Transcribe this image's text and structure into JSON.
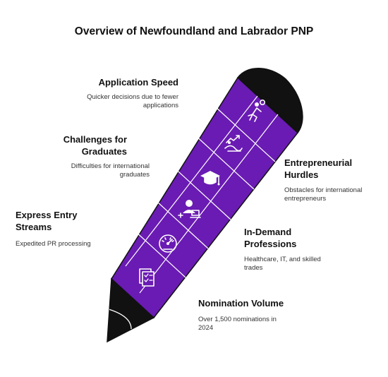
{
  "title": "Overview of Newfoundland and Labrador PNP",
  "colors": {
    "accent": "#6a1bb3",
    "outline": "#111111",
    "background": "#ffffff"
  },
  "items": [
    {
      "heading": "Application Speed",
      "description": "Quicker decisions due to fewer applications",
      "icon": "runner-with-stopwatch-icon"
    },
    {
      "heading": "Challenges for Graduates",
      "description": "Difficulties for international graduates",
      "icon": "trend-obstacle-icon"
    },
    {
      "heading": "Entrepreneurial Hurdles",
      "description": "Obstacles for international entrepreneurs",
      "icon": "graduation-cap-icon"
    },
    {
      "heading": "Express Entry Streams",
      "description": "Expedited PR processing",
      "icon": "doctor-laptop-icon"
    },
    {
      "heading": "In-Demand Professions",
      "description": "Healthcare, IT, and skilled trades",
      "icon": "speedometer-icon"
    },
    {
      "heading": "Nomination Volume",
      "description": "Over 1,500 nominations in 2024",
      "icon": "documents-checklist-icon"
    }
  ]
}
